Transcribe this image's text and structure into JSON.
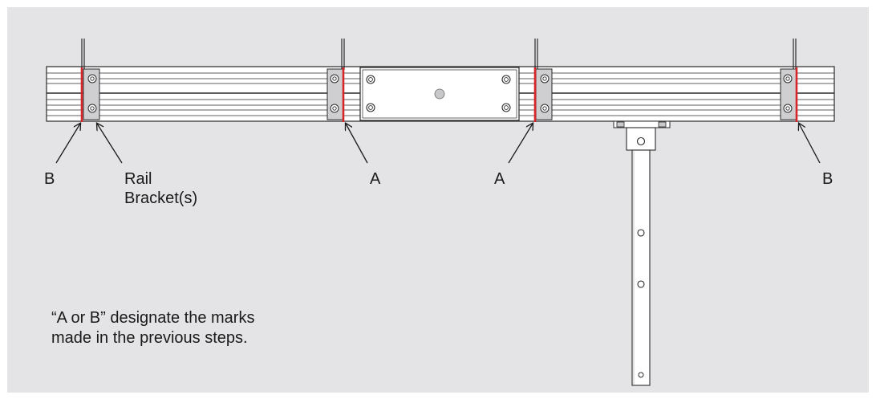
{
  "labels": {
    "b_left": "B",
    "rail_bracket_line1": "Rail",
    "rail_bracket_line2": "Bracket(s)",
    "a_left": "A",
    "a_right": "A",
    "b_right": "B"
  },
  "note": {
    "line1": "“A or B” designate the marks",
    "line2": "made in the previous steps."
  },
  "colors": {
    "background_panel": "#e4e4e6",
    "rail": "#ffffff",
    "bracket": "#cfcfd2",
    "mark": "#d6262a",
    "outline": "#2a2a2a"
  },
  "icons": {
    "pointer": "arrow-line"
  }
}
